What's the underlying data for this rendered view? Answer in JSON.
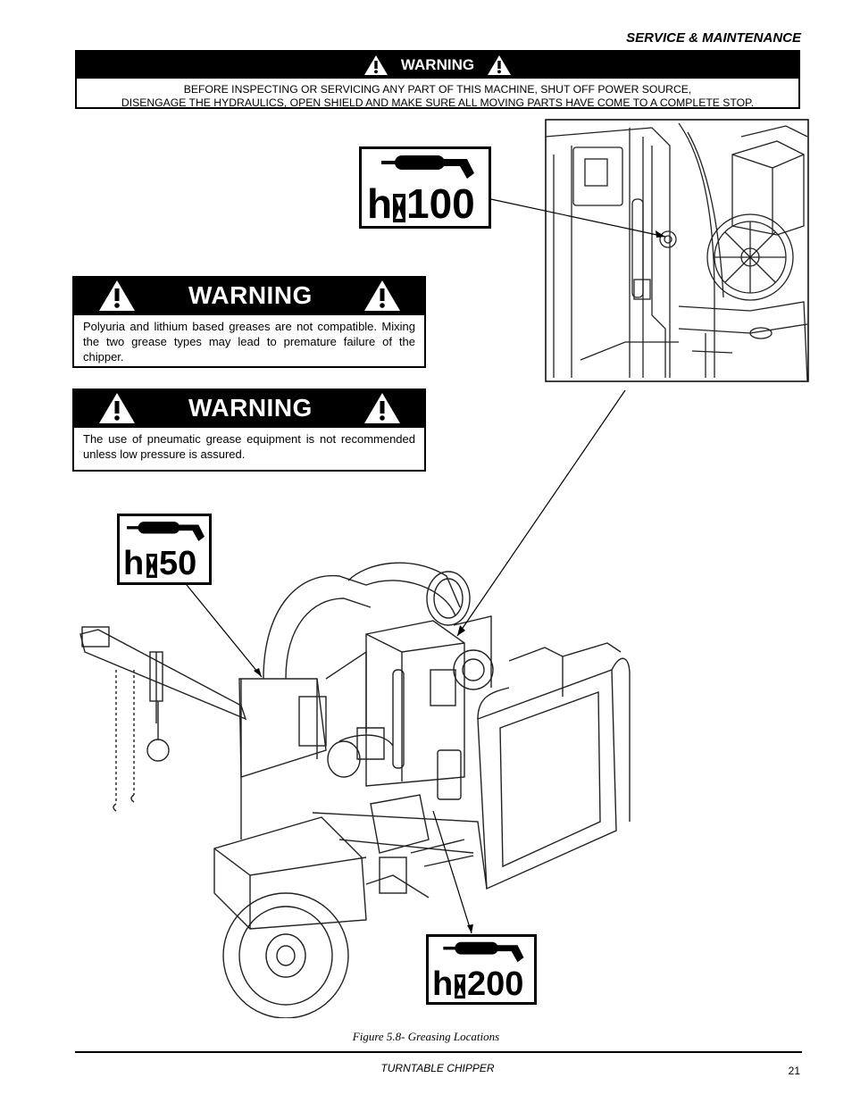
{
  "header": {
    "section": "SERVICE & MAINTENANCE"
  },
  "top_warning": {
    "title": "WARNING",
    "line1": "BEFORE INSPECTING OR SERVICING ANY PART OF THIS MACHINE, SHUT OFF POWER SOURCE,",
    "line2": "DISENGAGE THE HYDRAULICS, OPEN SHIELD AND MAKE SURE ALL MOVING PARTS HAVE COME TO A COMPLETE STOP."
  },
  "warning_grease_compat": {
    "title": "WARNING",
    "text": "Polyuria and lithium based greases are not compatible.  Mixing the two grease types may lead to premature failure of the chipper."
  },
  "warning_pneumatic": {
    "title": "WARNING",
    "text": "The use of pneumatic grease equipment is not recommended unless low pressure is assured."
  },
  "grease_labels": {
    "label_100": {
      "prefix": "h",
      "hours": "100"
    },
    "label_50": {
      "prefix": "h",
      "hours": "50"
    },
    "label_200": {
      "prefix": "h",
      "hours": "200"
    }
  },
  "figure": {
    "caption": "Figure 5.8- Greasing Locations"
  },
  "footer": {
    "title": "TURNTABLE CHIPPER",
    "page": "21"
  },
  "icons": [
    "warning-triangle-icon",
    "grease-gun-icon",
    "hourglass-icon"
  ]
}
